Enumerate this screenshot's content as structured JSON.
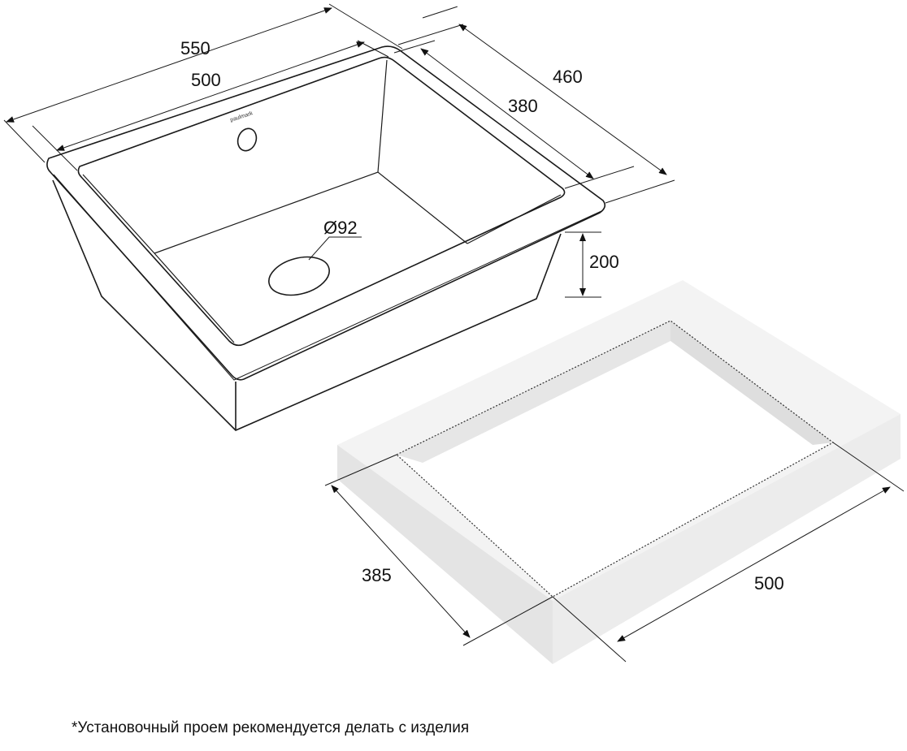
{
  "brand_logo": "paulmark",
  "sink": {
    "outer_length": "550",
    "inner_length": "500",
    "outer_width": "460",
    "inner_width": "380",
    "drain_diameter": "Ø92",
    "depth": "200"
  },
  "cutout": {
    "width": "385",
    "length": "500"
  },
  "footnote": "*Установочный проем рекомендуется делать с изделия",
  "colors": {
    "line": "#1a1a1a",
    "slab_top": "#f2f2f2",
    "slab_side": "#e2e2e2"
  }
}
